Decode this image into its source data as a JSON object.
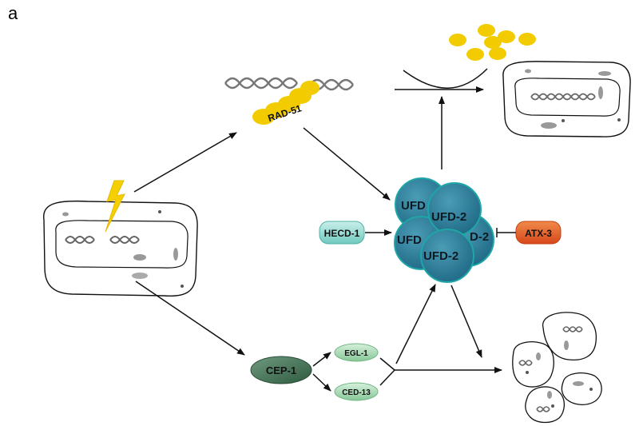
{
  "panel_label": "a",
  "labels": {
    "rad51": "RAD-51",
    "hecd1": "HECD-1",
    "atx3": "ATX-3",
    "cep1": "CEP-1",
    "egl1": "EGL-1",
    "ced13": "CED-13",
    "ufd_1": "UFD",
    "ufd_2": "UFD-2",
    "ufd_3": "UFD",
    "ufd_4": "D-2",
    "ufd_5": "UFD-2"
  },
  "colors": {
    "yellow": "#f2cc00",
    "ufd_fill": "#2a7b95",
    "ufd_stroke": "#1fa6a6",
    "hecd_fill": "#9fded6",
    "atx_fill": "#e25c28",
    "cep_fill": "#3f6e52",
    "green_light": "#a9d9b3"
  },
  "icons": [
    "lightning-icon",
    "dna-helix-icon",
    "cell-icon",
    "apoptotic-body-icon"
  ]
}
